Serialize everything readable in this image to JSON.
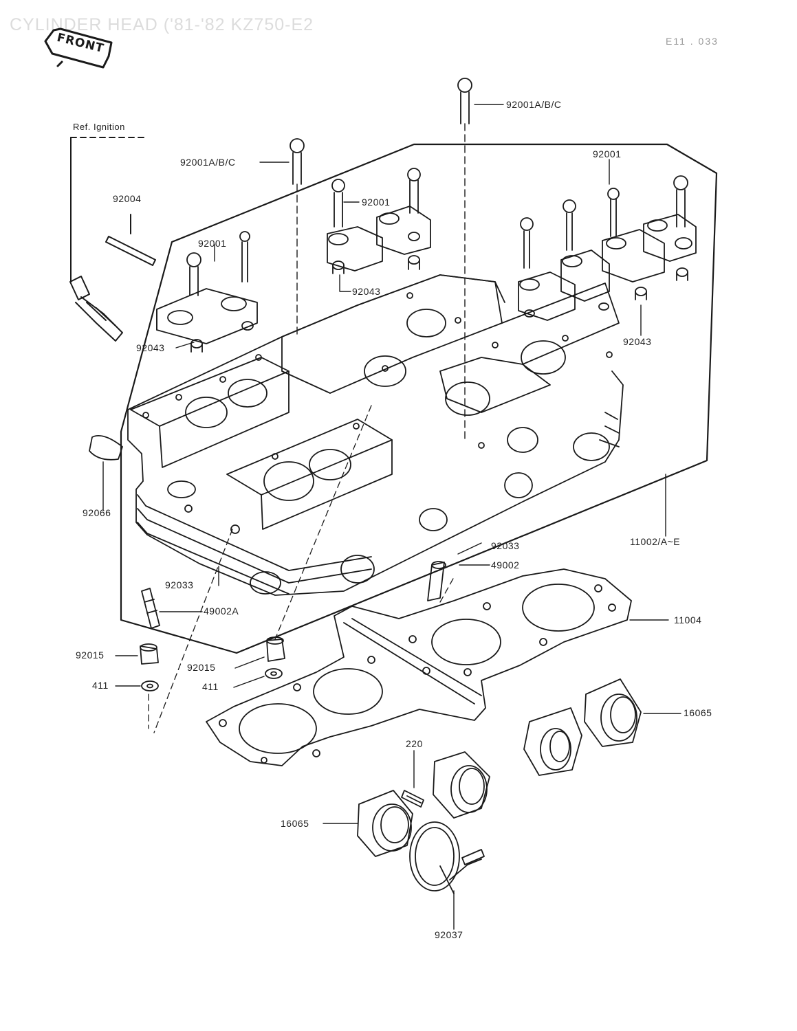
{
  "title": "CYLINDER HEAD ('81-'82 KZ750-E2",
  "code": "E11 . 033",
  "front_label": "FRONT",
  "ref_label": "Ref. Ignition",
  "parts": {
    "p92001abc_top": "92001A/B/C",
    "p92001abc_left": "92001A/B/C",
    "p92001_right": "92001",
    "p92004": "92004",
    "p92001_mid": "92001",
    "p92001_left": "92001",
    "p92043_mid": "92043",
    "p92043_left": "92043",
    "p92043_right": "92043",
    "p92066": "92066",
    "p11002": "11002/A~E",
    "p92033_right": "92033",
    "p49002": "49002",
    "p92033_left": "92033",
    "p49002a": "49002A",
    "p11004": "11004",
    "p92015_left": "92015",
    "p411_left": "411",
    "p92015_mid": "92015",
    "p411_mid": "411",
    "p16065_right": "16065",
    "p220": "220",
    "p16065_left": "16065",
    "p92037": "92037"
  }
}
